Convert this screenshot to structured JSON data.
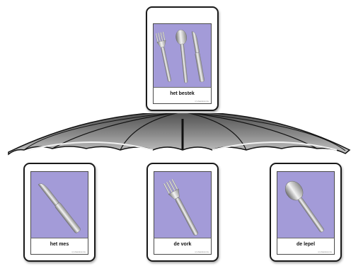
{
  "hierarchy": {
    "parent": {
      "label": "het bestek",
      "credit": "(c) vlaanderen.be"
    },
    "children": [
      {
        "label": "het mes",
        "credit": "(c) vlaanderen.be"
      },
      {
        "label": "de vork",
        "credit": "(c) vlaanderen.be"
      },
      {
        "label": "de lepel",
        "credit": "(c) vlaanderen.be"
      }
    ]
  },
  "colors": {
    "card_art": "#a39bd8",
    "connector_fill": "#7a7a7a",
    "connector_outline": "#111111"
  },
  "icons": {
    "parent": "cutlery-set-icon",
    "children": [
      "knife-icon",
      "fork-icon",
      "spoon-icon"
    ]
  }
}
